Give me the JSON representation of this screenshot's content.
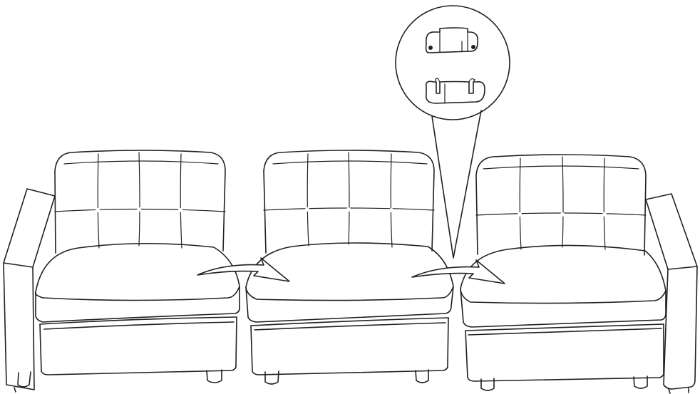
{
  "diagram": {
    "subject": "sectional-sofa-assembly",
    "modules": [
      {
        "role": "left-arm-chair",
        "arm": "left",
        "button_count": 3
      },
      {
        "role": "armless-middle-chair",
        "arm": "none",
        "button_count": 3
      },
      {
        "role": "right-arm-chair",
        "arm": "right",
        "button_count": 3
      }
    ],
    "connection_arrows": 2,
    "detail_callout": {
      "shows": "connector-brackets",
      "bracket_count": 2
    },
    "colors": {
      "line": "#231f20",
      "background": "#ffffff"
    }
  }
}
